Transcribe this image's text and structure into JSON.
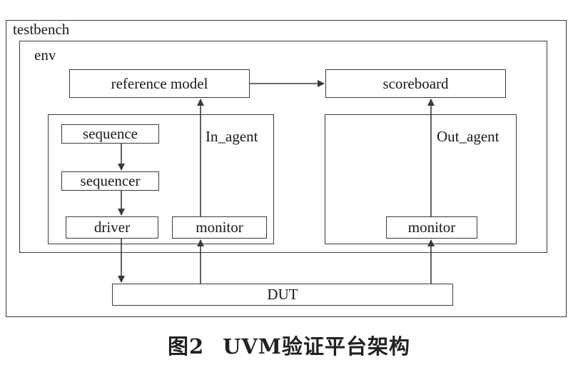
{
  "diagram": {
    "testbench_label": "testbench",
    "env_label": "env",
    "reference_model": "reference model",
    "scoreboard": "scoreboard",
    "in_agent_label": "In_agent",
    "out_agent_label": "Out_agent",
    "sequence": "sequence",
    "sequencer": "sequencer",
    "driver": "driver",
    "in_monitor": "monitor",
    "out_monitor": "monitor",
    "dut": "DUT"
  },
  "caption": {
    "number": "图2",
    "title": "UVM验证平台架构"
  },
  "colors": {
    "line": "#3a3a3a",
    "text": "#1a1a1a"
  }
}
